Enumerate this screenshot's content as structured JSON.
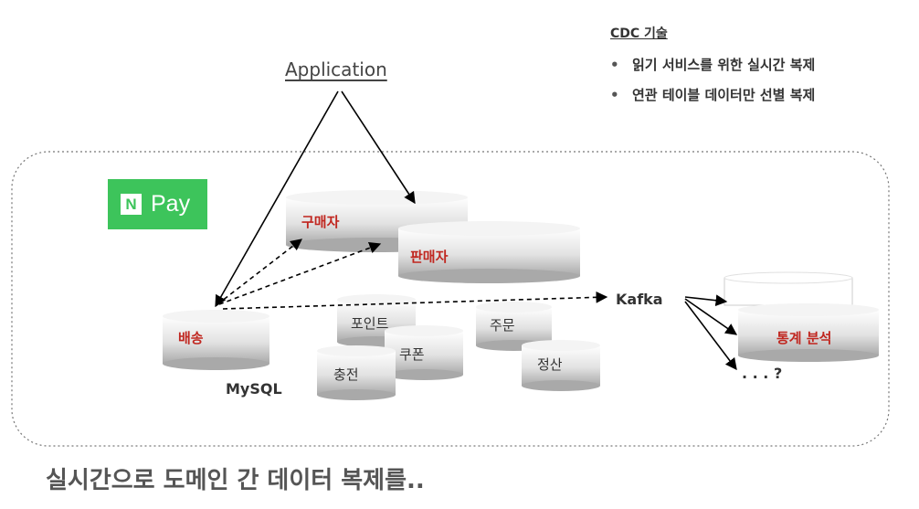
{
  "application_label": "Application",
  "cdc": {
    "title": "CDC 기술",
    "items": [
      {
        "bullet": "•",
        "text": "읽기 서비스를 위한 실시간 복제"
      },
      {
        "bullet": "•",
        "text": "연관 테이블 데이터만 선별 복제"
      }
    ]
  },
  "npay": {
    "n": "N",
    "pay": "Pay"
  },
  "databases": {
    "buyer": "구매자",
    "seller": "판매자",
    "delivery": "배송",
    "point": "포인트",
    "coupon": "쿠폰",
    "charge": "충전",
    "order": "주문",
    "settlement": "정산",
    "stats": "통계 분석"
  },
  "mysql_label": "MySQL",
  "kafka_label": "Kafka",
  "unknown_label": ". . . ?",
  "footer_text": "실시간으로 도메인 간 데이터 복제를..",
  "colors": {
    "npay_green": "#3dc45b",
    "red_label": "#c0261f"
  }
}
